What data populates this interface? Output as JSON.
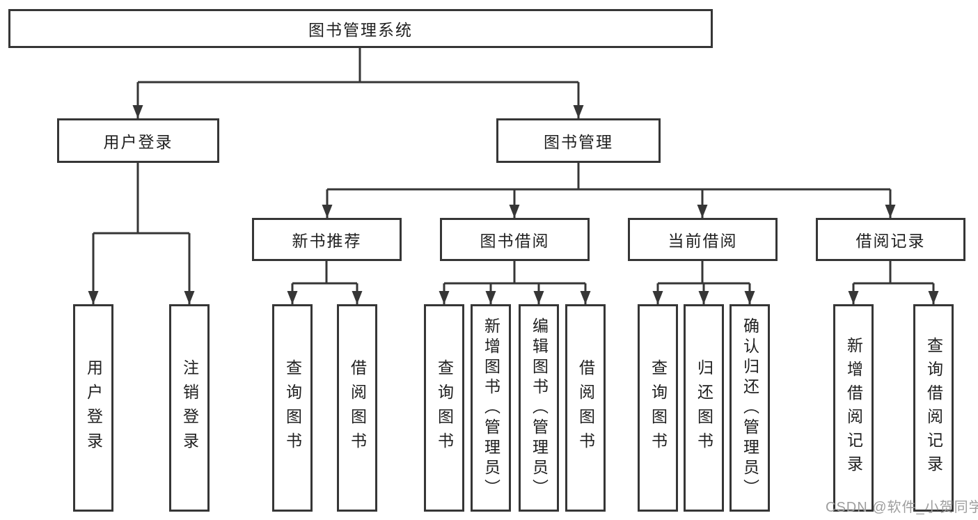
{
  "diagram": {
    "title": "图书管理系统",
    "level2": {
      "user_login": "用户登录",
      "book_management": "图书管理"
    },
    "level3": {
      "new_book_recommendation": "新书推荐",
      "book_borrowing": "图书借阅",
      "current_borrowing": "当前借阅",
      "borrowing_records": "借阅记录"
    },
    "leaves": {
      "user_login": [
        "用户登录",
        "注销登录"
      ],
      "new_book_recommendation": [
        "查询图书",
        "借阅图书"
      ],
      "book_borrowing": [
        "查询图书",
        "新增图书（管理员）",
        "编辑图书（管理员）",
        "借阅图书"
      ],
      "current_borrowing": [
        "查询图书",
        "归还图书",
        "确认归还（管理员）"
      ],
      "borrowing_records": [
        "新增借阅记录",
        "查询借阅记录"
      ]
    }
  },
  "watermark": {
    "text": "CSDN @软件_小贺同学",
    "color": "#9e9e9e"
  },
  "colors": {
    "line": "#363636",
    "box_border": "#363636",
    "text": "#1f1f1f",
    "background": "#ffffff"
  }
}
